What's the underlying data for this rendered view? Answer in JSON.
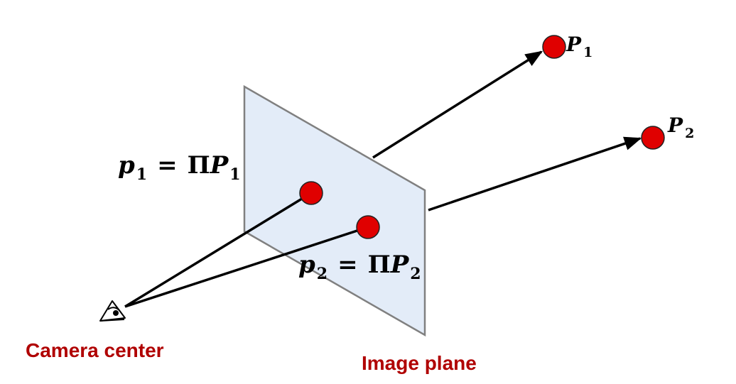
{
  "labels": {
    "camera_center": "Camera center",
    "image_plane": "Image plane"
  },
  "points": {
    "P1": {
      "letter": "P",
      "subscript": "1"
    },
    "P2": {
      "letter": "P",
      "subscript": "2"
    }
  },
  "equations": {
    "p1": {
      "lhs": "p",
      "lhs_sub": "1",
      "eq": "=",
      "op": "Π",
      "rhs": "P",
      "rhs_sub": "1"
    },
    "p2": {
      "lhs": "p",
      "lhs_sub": "2",
      "eq": "=",
      "op": "Π",
      "rhs": "P",
      "rhs_sub": "2"
    }
  },
  "colors": {
    "point_fill": "#e00000",
    "label_red": "#b00000",
    "plane_fill": "#e3ecf8",
    "plane_stroke": "#808080",
    "line": "#000000"
  },
  "icons": {
    "camera": "eye-icon"
  }
}
